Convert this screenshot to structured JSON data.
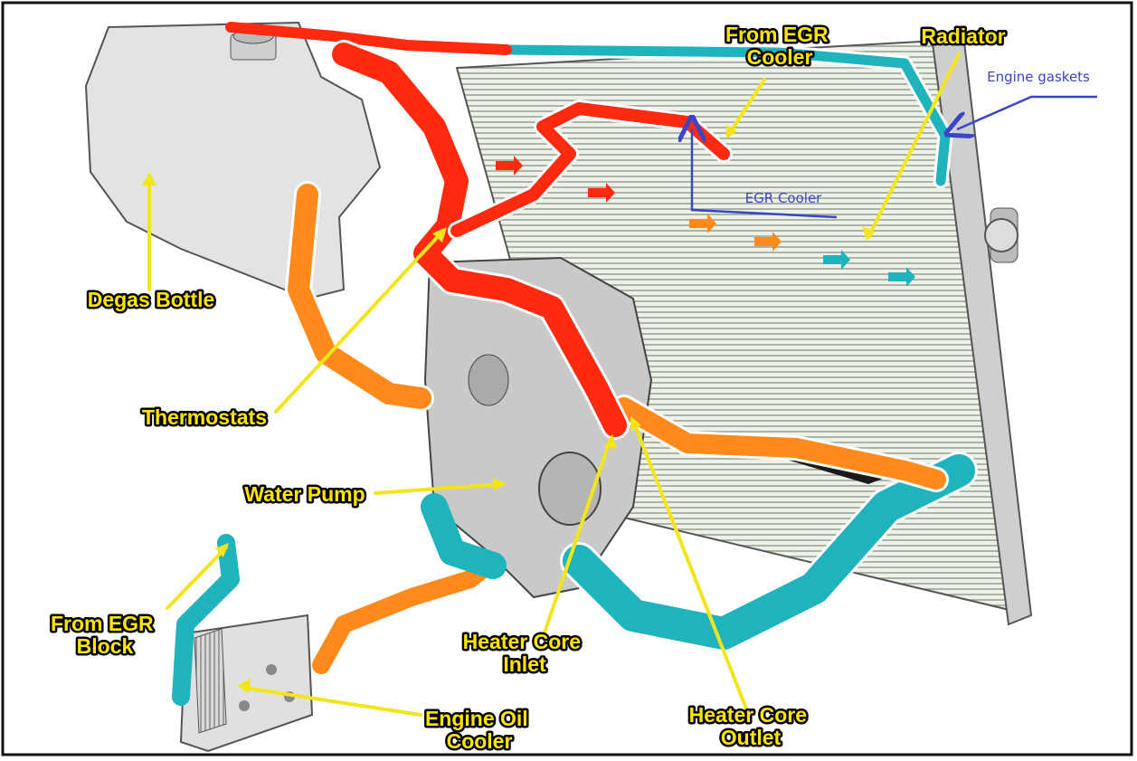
{
  "diagram": {
    "labels": {
      "from_egr_cooler": [
        "From EGR",
        "Cooler"
      ],
      "radiator": "Radiator",
      "engine_gaskets": "Engine gaskets",
      "egr_cooler": "EGR Cooler",
      "degas_bottle": "Degas Bottle",
      "thermostats": "Thermostats",
      "water_pump": "Water Pump",
      "from_egr_block": [
        "From EGR",
        "Block"
      ],
      "heater_core_inlet": [
        "Heater Core",
        "Inlet"
      ],
      "engine_oil_cooler": [
        "Engine Oil",
        "Cooler"
      ],
      "heater_core_outlet": [
        "Heater Core",
        "Outlet"
      ]
    },
    "colors": {
      "hot_coolant": "#ff2a10",
      "warm_coolant": "#ff8a1c",
      "cool_coolant": "#1fb3bd",
      "label_text": "#ffe600",
      "callout_line": "#f2e51c",
      "annotation_blue": "#3b45c8"
    }
  }
}
